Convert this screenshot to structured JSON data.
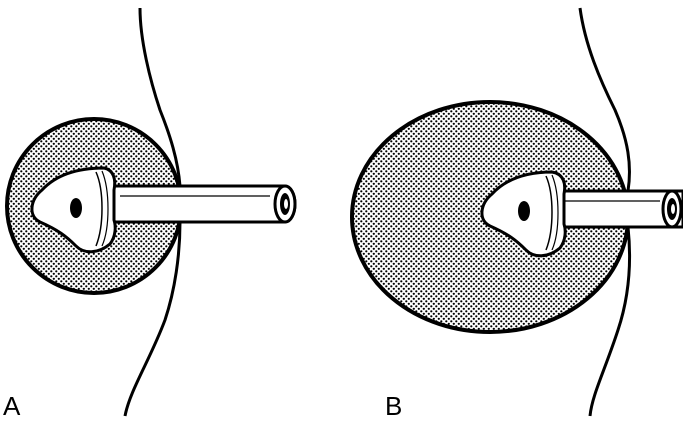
{
  "panels": [
    {
      "label": "A"
    },
    {
      "label": "B"
    }
  ],
  "colors": {
    "ink": "#000000",
    "paper": "#ffffff",
    "stipple_dot": "#000000"
  },
  "icons": {
    "catheter": "catheter-with-balloon-tip",
    "wall": "curved-wall-line"
  }
}
